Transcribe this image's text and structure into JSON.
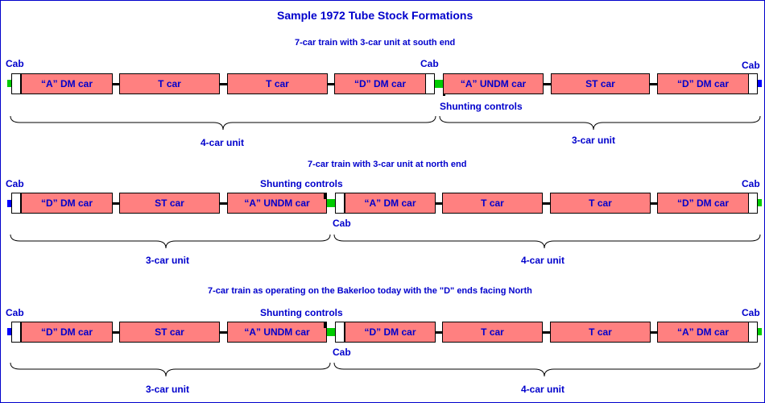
{
  "title": "Sample 1972 Tube Stock Formations",
  "formations": [
    {
      "caption": "7-car train with 3-car unit at south end",
      "cab_label_1": "Cab",
      "cab_label_2": "Cab",
      "cab_label_3": "Cab",
      "shunting_label": "Shunting controls",
      "cars": [
        "“A” DM car",
        "T car",
        "T car",
        "“D” DM car",
        "“A” UNDM car",
        "ST  car",
        "“D” DM car"
      ],
      "unit_1": "4-car unit",
      "unit_2": "3-car unit"
    },
    {
      "caption": "7-car train with 3-car unit at north end",
      "cab_label_1": "Cab",
      "cab_label_2": "Cab",
      "cab_label_3": "Cab",
      "shunting_label": "Shunting controls",
      "cars": [
        "“D” DM car",
        "ST  car",
        "“A” UNDM car",
        "“A” DM car",
        "T car",
        "T car",
        "“D” DM car"
      ],
      "unit_1": "3-car unit",
      "unit_2": "4-car unit"
    },
    {
      "caption": "7-car train as operating on the Bakerloo today with the \"D\" ends facing North",
      "cab_label_1": "Cab",
      "cab_label_2": "Cab",
      "cab_label_3": "Cab",
      "shunting_label": "Shunting controls",
      "cars": [
        "“D” DM car",
        "ST  car",
        "“A” UNDM car",
        "“D” DM car",
        "T car",
        "T car",
        "“A” DM car"
      ],
      "unit_1": "3-car unit",
      "unit_2": "4-car unit"
    }
  ],
  "colors": {
    "car": "#ff8080",
    "text": "#0000cc",
    "green_end": "#00cc00",
    "blue_end": "#0000ff"
  }
}
